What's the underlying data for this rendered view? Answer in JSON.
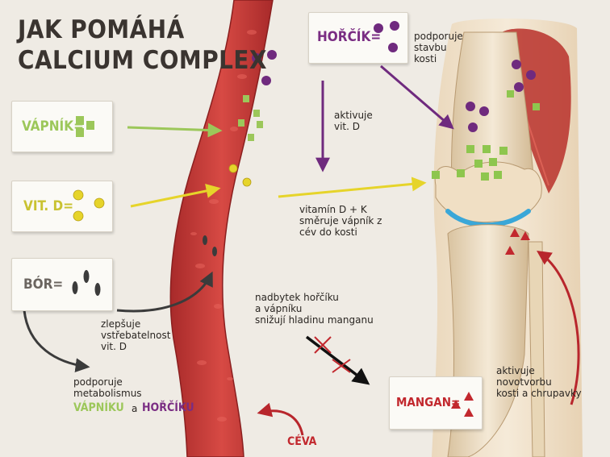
{
  "title": {
    "line1": "JAK POMÁHÁ",
    "line2": "CALCIUM COMPLEX"
  },
  "cards": {
    "vapnik": {
      "label": "VÁPNÍK=",
      "color": "#9cc75a"
    },
    "vitd": {
      "label": "VIT. D=",
      "color": "#c9c231"
    },
    "bor": {
      "label": "BÓR=",
      "color": "#6b6560"
    },
    "horcik": {
      "label": "HOŘČÍK=",
      "color": "#7a2d83"
    },
    "mangan": {
      "label": "MANGAN=",
      "color": "#c2282e"
    }
  },
  "notes": {
    "horcik_support": "podporuje\nstavbu\nkosti",
    "activates_vitd": "aktivuje\nvit. D",
    "vitamin_dk": "vitamín D + K\nsměruje vápník z\ncév do kosti",
    "excess": "nadbytek hořčíku\na vápníku\nsnižují hladinu manganu",
    "improves_absorption": "zlepšuje\nvstřebatelnost\nvit. D",
    "supports_metabolism": "podporuje\nmetabolismus",
    "metabolism_vapniku": "VÁPNÍKU",
    "metabolism_a": "a",
    "metabolism_horciku": "HOŘČÍKU",
    "mangan_activates": "aktivuje\nnovotvorbu\nkosti a chrupavky",
    "vessel_label": "CÉVA"
  },
  "icons": {
    "calcium": "green-square-icon",
    "vitamin_d": "yellow-sun-icon",
    "boron": "dark-droplet-icon",
    "magnesium": "purple-circle-icon",
    "manganese": "red-triangle-icon"
  },
  "colors": {
    "green": "#9cc75a",
    "yellow": "#e6d42a",
    "purple": "#6f2a7e",
    "red": "#b8262c",
    "dark": "#3b3b3b",
    "vessel": "#c93d3d"
  }
}
